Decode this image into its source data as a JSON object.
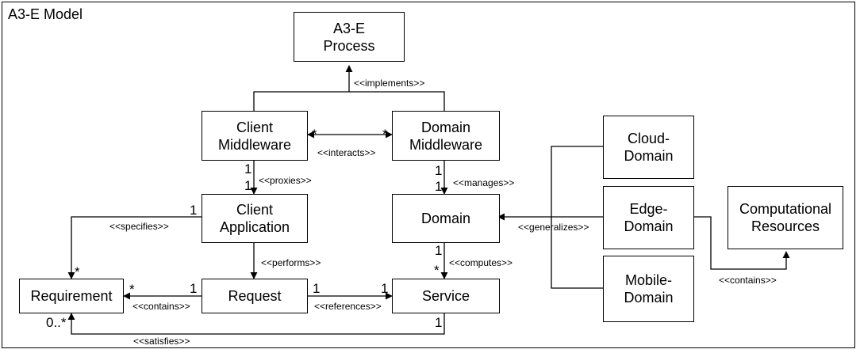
{
  "diagram": {
    "title": "A3-E Model",
    "boxes": {
      "process": "A3-E\nProcess",
      "client_middleware": "Client\nMiddleware",
      "domain_middleware": "Domain\nMiddleware",
      "client_application": "Client\nApplication",
      "domain": "Domain",
      "requirement": "Requirement",
      "request": "Request",
      "service": "Service",
      "cloud_domain": "Cloud-\nDomain",
      "edge_domain": "Edge-\nDomain",
      "mobile_domain": "Mobile-\nDomain",
      "computational_resources": "Computational\nResources"
    },
    "relations": {
      "implements": "<<implements>>",
      "interacts": "<<interacts>>",
      "proxies": "<<proxies>>",
      "manages": "<<manages>>",
      "specifies": "<<specifies>>",
      "generalizes": "<<generalizes>>",
      "performs": "<<performs>>",
      "computes": "<<computes>>",
      "contains_req": "<<contains>>",
      "references": "<<references>>",
      "satisfies": "<<satisfies>>",
      "contains_res": "<<contains>>"
    },
    "multiplicities": {
      "cm_interacts": "*",
      "dm_interacts": "*",
      "cm_proxies": "1",
      "ca_proxies": "1",
      "dm_manages": "1",
      "d_manages": "1",
      "ca_specifies": "1",
      "req_specifies": "*",
      "d_computes": "1",
      "s_computes": "*",
      "req_contains": "*",
      "request_contains": "1",
      "request_references": "1",
      "service_references": "1",
      "req_satisfies": "0..*",
      "service_satisfies": "1"
    }
  }
}
